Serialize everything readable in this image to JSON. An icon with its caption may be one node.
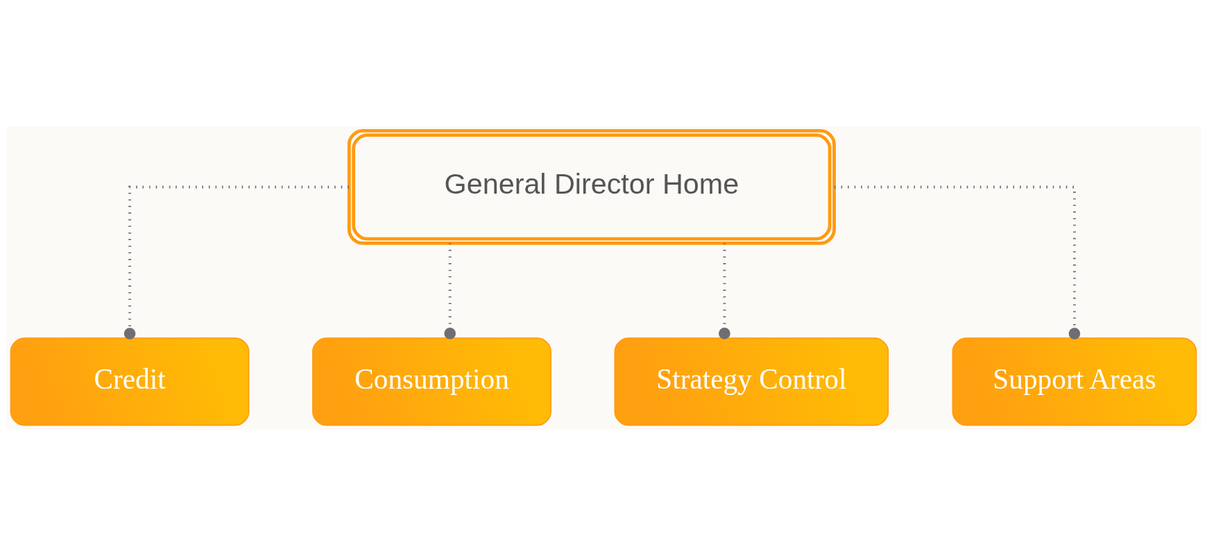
{
  "diagram": {
    "nodes": [
      {
        "text": [
          "General Director Home"
        ]
      },
      {
        "text": [
          "Credit"
        ]
      },
      {
        "text": [
          "Consumption"
        ]
      },
      {
        "text": [
          "Strategy Control"
        ]
      },
      {
        "text": [
          "Support Areas"
        ]
      }
    ],
    "edges": [
      {
        "from": 0,
        "to": 1,
        "arrow": "other",
        "style": "dashed"
      },
      {
        "from": 0,
        "to": 2,
        "arrow": "other",
        "style": "dashed"
      },
      {
        "from": 0,
        "to": 3,
        "arrow": "other",
        "style": "dashed"
      },
      {
        "from": 0,
        "to": 4,
        "arrow": "other",
        "style": "dashed"
      }
    ]
  }
}
